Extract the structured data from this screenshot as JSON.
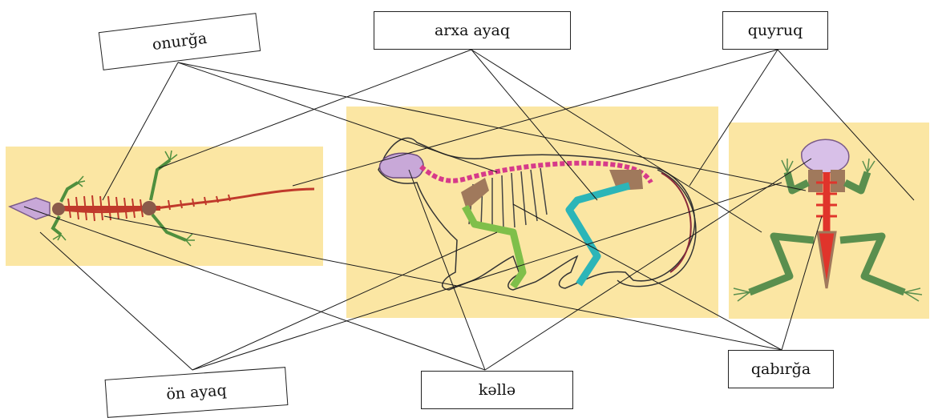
{
  "labels": {
    "spine": "onurğa",
    "hind_leg": "arxa ayaq",
    "tail": "quyruq",
    "front_leg": "ön ayaq",
    "skull": "kəllə",
    "ribs": "qabırğa"
  },
  "colors": {
    "panel": "#fbe6a3",
    "skull": "#c8a8d8",
    "lizard_spine": "#c0392b",
    "cat_spine": "#d63a8a",
    "cat_front_leg": "#7fbf4a",
    "cat_hind_leg": "#2cb5b8",
    "frog_limbs": "#5a8f4e",
    "bone_brown": "#a0795c"
  }
}
